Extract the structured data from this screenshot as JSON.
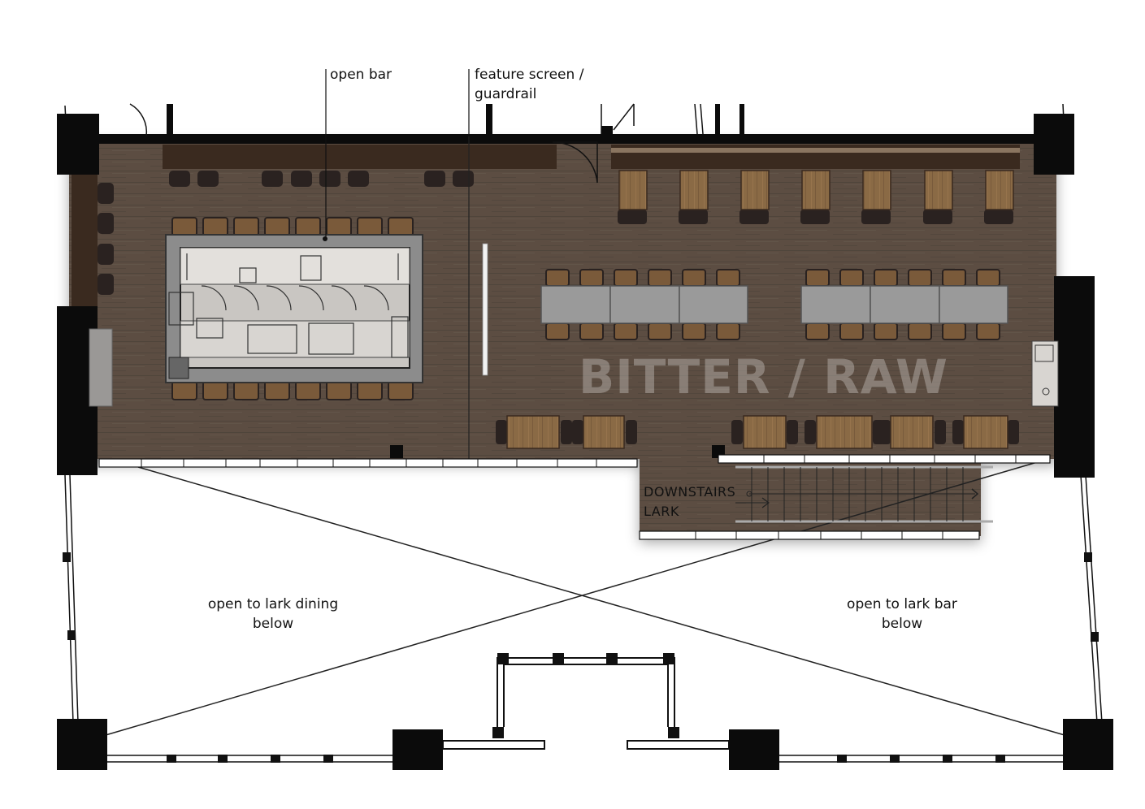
{
  "labels": {
    "open_bar": "open bar",
    "feature_screen_line1": "feature screen /",
    "feature_screen_line2": "guardrail",
    "brand": "BITTER / RAW",
    "downstairs_line1": "DOWNSTAIRS",
    "downstairs_line2": "LARK",
    "open_dining_line1": "open to lark dining",
    "open_dining_line2": "below",
    "open_bar_below_line1": "open to lark bar",
    "open_bar_below_line2": "below"
  },
  "colors": {
    "floor": "#5a4d42",
    "floor_dark": "#4a3f36",
    "wall": "#0b0b0b",
    "banquette": "#3a2a1f",
    "wood_table": "#8a6a45",
    "metal_table": "#9a9a9a",
    "bar_counter": "#8c8c8c",
    "chair": "#2a2220"
  }
}
